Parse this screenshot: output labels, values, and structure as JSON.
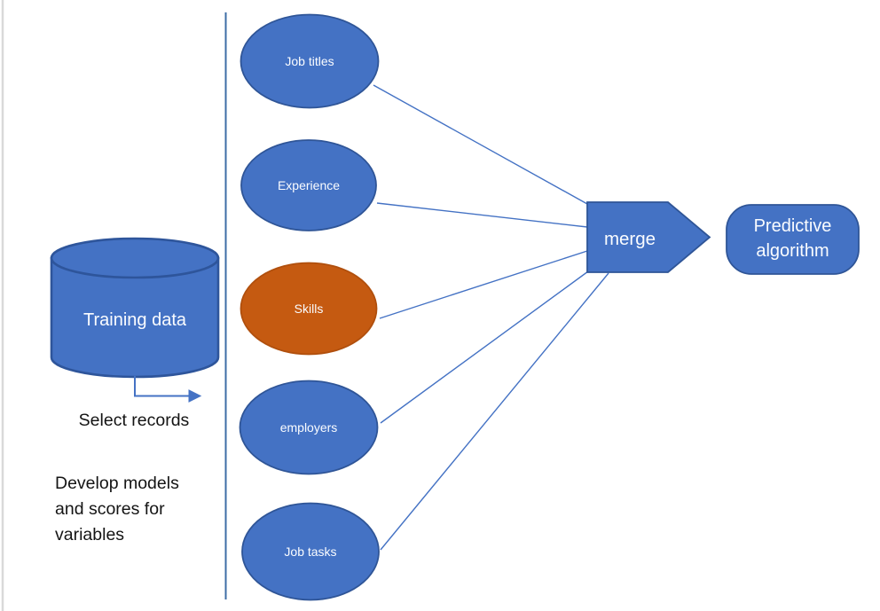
{
  "diagram": {
    "colors": {
      "shape_blue": "#4472C4",
      "shape_blue_border": "#2F5597",
      "shape_orange": "#C55A11",
      "shape_orange_border": "#B04F0D",
      "connector_blue": "#4472C4",
      "divider_blue": "#3E6DA6",
      "page_edge_gray": "#D9D9D9",
      "label_light": "#FFFFFF",
      "label_dark": "#141414"
    },
    "source": {
      "label": "Training data"
    },
    "annotations": {
      "select_records": "Select records",
      "develop_lines": [
        "Develop models",
        "and scores for",
        "variables"
      ]
    },
    "variables": [
      {
        "label": "Job titles",
        "color": "#4472C4"
      },
      {
        "label": "Experience",
        "color": "#4472C4"
      },
      {
        "label": "Skills",
        "color": "#C55A11"
      },
      {
        "label": "employers",
        "color": "#4472C4"
      },
      {
        "label": "Job tasks",
        "color": "#4472C4"
      }
    ],
    "merge": {
      "label": "merge",
      "color": "#4472C4"
    },
    "output": {
      "label": "Predictive algorithm",
      "lines": [
        "Predictive",
        "algorithm"
      ],
      "color": "#4472C4"
    }
  }
}
